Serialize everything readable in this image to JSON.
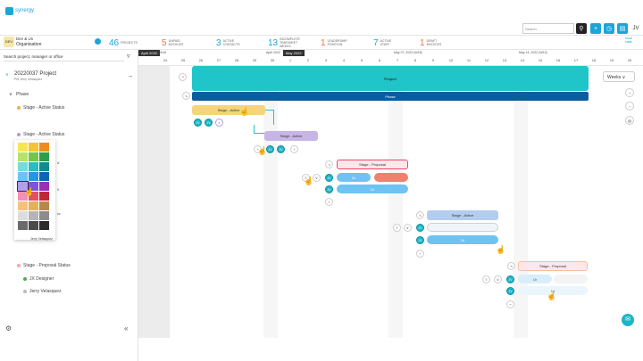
{
  "header": {
    "brand": "synergy",
    "org_line1": "Dev & Us",
    "org_line2": "Organisation",
    "search_placeholder": "Search",
    "user_initials": "JV"
  },
  "stats": [
    {
      "n": "46",
      "label": "PROJECTS",
      "color": "#1aa6d9"
    },
    {
      "n": "5",
      "label": "UNPAID\nINVOICES",
      "color": "#e8733a"
    },
    {
      "n": "3",
      "label": "ACTIVE\nCONTACTS",
      "color": "#1aa6d9"
    },
    {
      "n": "13",
      "label": "INCOMPLETE\nTIMESHEET WEEKS",
      "color": "#1aa6d9"
    },
    {
      "n": "1",
      "label": "LEADERSHIP\nPOSITION",
      "color": "#e8733a"
    },
    {
      "n": "7",
      "label": "ACTIVE\nSTAFF",
      "color": "#1aa6d9"
    },
    {
      "n": "1",
      "label": "DRAFT\nINVOICES",
      "color": "#e8733a"
    }
  ],
  "sidebar": {
    "search_placeholder": "Search project, manager or office",
    "project_title": "20220037 Project",
    "project_sub": "PM Jerry Velasquez",
    "phase_label": "Phase",
    "stage_active_1": "Stage - Active Status",
    "stage_active_2": "Stage - Active Status",
    "palette_fragments": [
      "A",
      "S",
      "ez",
      "Jerry Velasquez"
    ],
    "stage_proposal": "Stage - Proposal Status",
    "member_1": "JX Designer",
    "member_2": "Jerry Velasquez"
  },
  "timeline": {
    "months": [
      "April 2022",
      "April 2022",
      "May 2022",
      "May 07, 2022 (W18)",
      "May 14, 2022 (W19)"
    ],
    "week_tag": "W16",
    "days": [
      "24",
      "25",
      "26",
      "27",
      "28",
      "29",
      "30",
      "1",
      "2",
      "3",
      "4",
      "5",
      "6",
      "7",
      "8",
      "9",
      "10",
      "11",
      "12",
      "13",
      "14",
      "15",
      "16",
      "17",
      "18",
      "19",
      "20",
      "21"
    ]
  },
  "gantt": {
    "project": "Project",
    "phase": "Phase",
    "stage1": "Stage - Active",
    "stage2": "Stage - Active",
    "stage3": "Stage - Proposal",
    "stage4": "Stage - Active",
    "stage5": "Stage - Proposal",
    "sub_a": "1h",
    "sub_b": "1d",
    "sub_c": "1h",
    "sub_d": "1d",
    "av_initials": "JV"
  },
  "controls": {
    "view_select": "Weeks",
    "more": "More\nstats"
  },
  "palette_colors": [
    [
      "#f5e64f",
      "#f5c430",
      "#f08c1d"
    ],
    [
      "#b9e26a",
      "#73c64a",
      "#2e9d4b"
    ],
    [
      "#73dcd9",
      "#2cbbc1",
      "#148a8f"
    ],
    [
      "#6ec3f3",
      "#2a93e3",
      "#1064b8"
    ],
    [
      "#b49cef",
      "#7e55d9",
      "#9a2fb3"
    ],
    [
      "#f190b7",
      "#e44f62",
      "#c0283a"
    ],
    [
      "#f6c07f",
      "#e6b05a",
      "#b9874a"
    ],
    [
      "#dddddd",
      "#b5b5b5",
      "#8c8c8c"
    ],
    [
      "#6a6a6a",
      "#4b4b4b",
      "#2b2b2b"
    ]
  ]
}
